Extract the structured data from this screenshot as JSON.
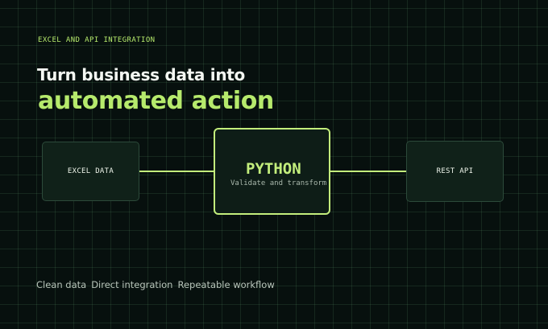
{
  "header": {
    "eyebrow": "EXCEL AND API INTEGRATION",
    "headline_line1": "Turn business data into",
    "headline_line2": "automated action"
  },
  "diagram": {
    "nodes": [
      {
        "id": "excel",
        "label": "EXCEL DATA"
      },
      {
        "id": "python",
        "label": "PYTHON",
        "subtitle": "Validate and transform"
      },
      {
        "id": "api",
        "label": "REST API"
      }
    ],
    "edges": [
      {
        "from": "excel",
        "to": "python"
      },
      {
        "from": "python",
        "to": "api"
      }
    ]
  },
  "footer": {
    "tags": [
      "Clean data",
      "Direct integration",
      "Repeatable workflow"
    ]
  },
  "colors": {
    "background": "#07100e",
    "accent": "#c3ee7c",
    "text": "#f4f7f2",
    "node_fill": "#102119",
    "node_border": "#2c4a3a"
  }
}
